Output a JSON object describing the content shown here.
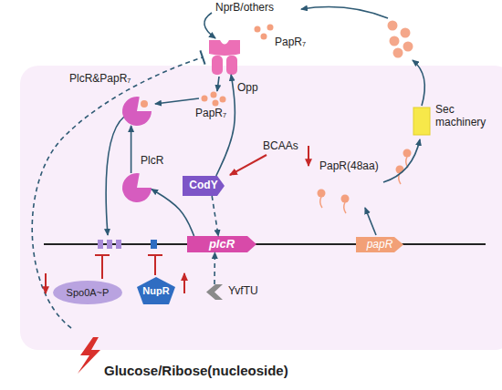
{
  "diagram": {
    "nodes": [
      {
        "text": [
          "Opp"
        ]
      },
      {
        "text": [
          "PlcR&PapR₇"
        ]
      },
      {
        "text": [
          "PlcR"
        ]
      },
      {
        "text": [
          "CodY"
        ]
      },
      {
        "text": [
          "Sec machinery"
        ]
      },
      {
        "text": [
          "plcR"
        ]
      },
      {
        "text": [
          "papR"
        ]
      },
      {
        "text": [
          "Spo0A~P"
        ]
      },
      {
        "text": [
          "NupR"
        ]
      },
      {
        "text": [
          "YvfTU"
        ]
      }
    ],
    "edges": [
      {
        "from": 5,
        "to": 2,
        "arrow": "to"
      },
      {
        "from": 2,
        "to": 1,
        "arrow": "to"
      },
      {
        "from": 3,
        "to": 0,
        "arrow": "to"
      },
      {
        "from": 3,
        "to": 5,
        "arrow": "to"
      },
      {
        "from": 9,
        "to": 5,
        "arrow": "to"
      }
    ],
    "labels": [
      "NprB/others",
      "PapR₇",
      "PapR₇",
      "BCAAs",
      "PapR(48aa)",
      "Glucose/Ribose(nucleoside)"
    ]
  }
}
